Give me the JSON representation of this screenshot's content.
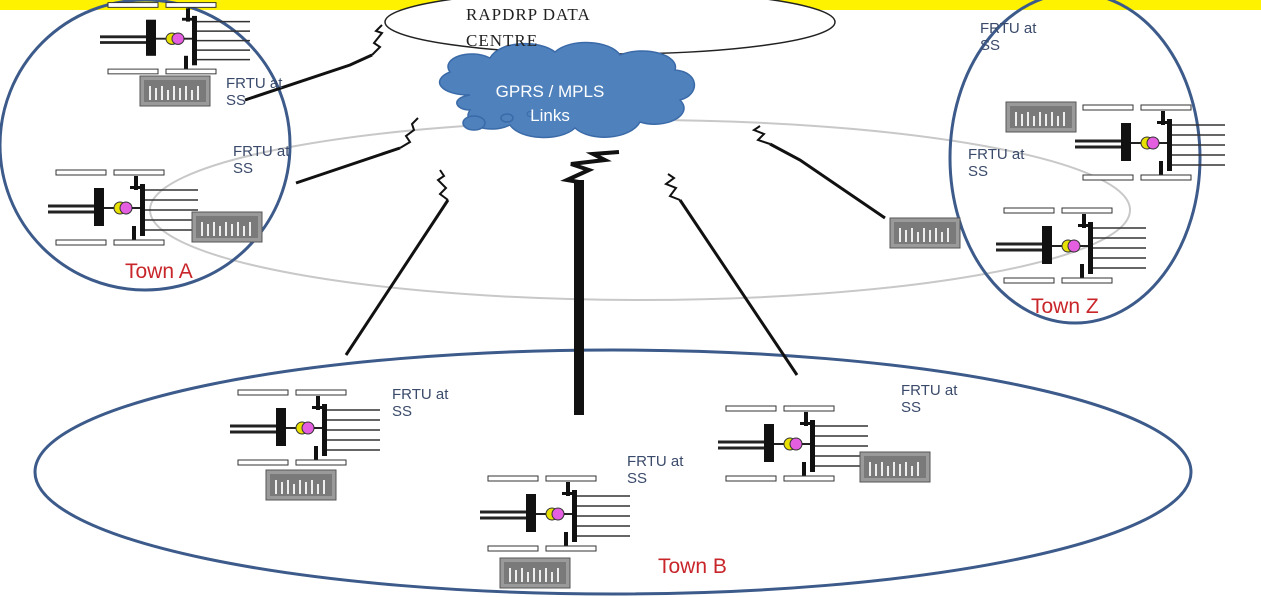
{
  "data_centre": {
    "label": "RAPDRP  DATA\nCENTRE"
  },
  "cloud": {
    "label": "GPRS / MPLS\nLinks"
  },
  "towns": {
    "a": "Town A",
    "b": "Town B",
    "z": "Town Z"
  },
  "frtu": {
    "a1": "FRTU at\nSS",
    "a2": "FRTU at\nSS",
    "z1": "FRTU at\nSS",
    "z2": "FRTU at\nSS",
    "b1": "FRTU at\nSS",
    "b2": "FRTU at\nSS",
    "b3": "FRTU at\nSS"
  },
  "colors": {
    "top_bar": "#fff200",
    "town_circle": "#3c5a8a",
    "cloud_fill": "#4f81bd",
    "town_label": "#c8262a",
    "ring": "#c8c8c8"
  }
}
